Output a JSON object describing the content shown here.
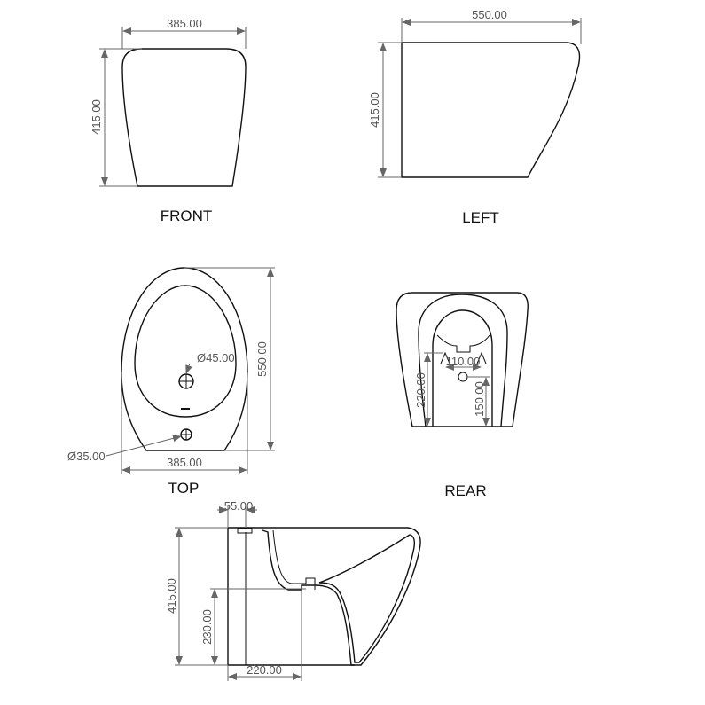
{
  "views": {
    "front": {
      "label": "FRONT",
      "width_dim": "385.00",
      "height_dim": "415.00"
    },
    "left": {
      "label": "LEFT",
      "width_dim": "550.00",
      "height_dim": "415.00"
    },
    "top": {
      "label": "TOP",
      "length_dim": "550.00",
      "width_dim": "385.00",
      "hole_large_dim": "Ø45.00",
      "hole_small_dim": "Ø35.00"
    },
    "rear": {
      "label": "REAR",
      "spacing_dim": "110.00",
      "inlet_height_dim": "220.00",
      "outlet_height_dim": "150.00"
    },
    "section": {
      "offset_dim": "55.00",
      "height_dim": "415.00",
      "inlet_height_dim": "230.00",
      "depth_dim": "220.00"
    }
  },
  "colors": {
    "line": "#111111",
    "dimension": "#666666"
  }
}
